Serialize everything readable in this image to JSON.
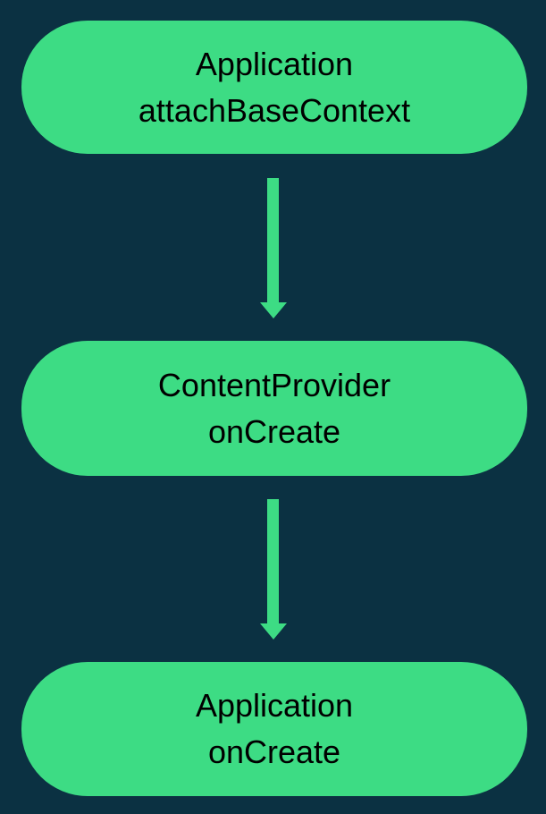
{
  "diagram": {
    "type": "flowchart",
    "direction": "top-to-bottom",
    "colors": {
      "background": "#0B3142",
      "node_fill": "#3DDC84",
      "node_text": "#000000",
      "arrow": "#3DDC84"
    },
    "nodes": [
      {
        "id": "application-attachbasecontext",
        "line1": "Application",
        "line2": "attachBaseContext"
      },
      {
        "id": "contentprovider-oncreate",
        "line1": "ContentProvider",
        "line2": "onCreate"
      },
      {
        "id": "application-oncreate",
        "line1": "Application",
        "line2": "onCreate"
      }
    ],
    "edges": [
      {
        "from": "application-attachbasecontext",
        "to": "contentprovider-oncreate",
        "arrow": "down"
      },
      {
        "from": "contentprovider-oncreate",
        "to": "application-oncreate",
        "arrow": "down"
      }
    ]
  }
}
